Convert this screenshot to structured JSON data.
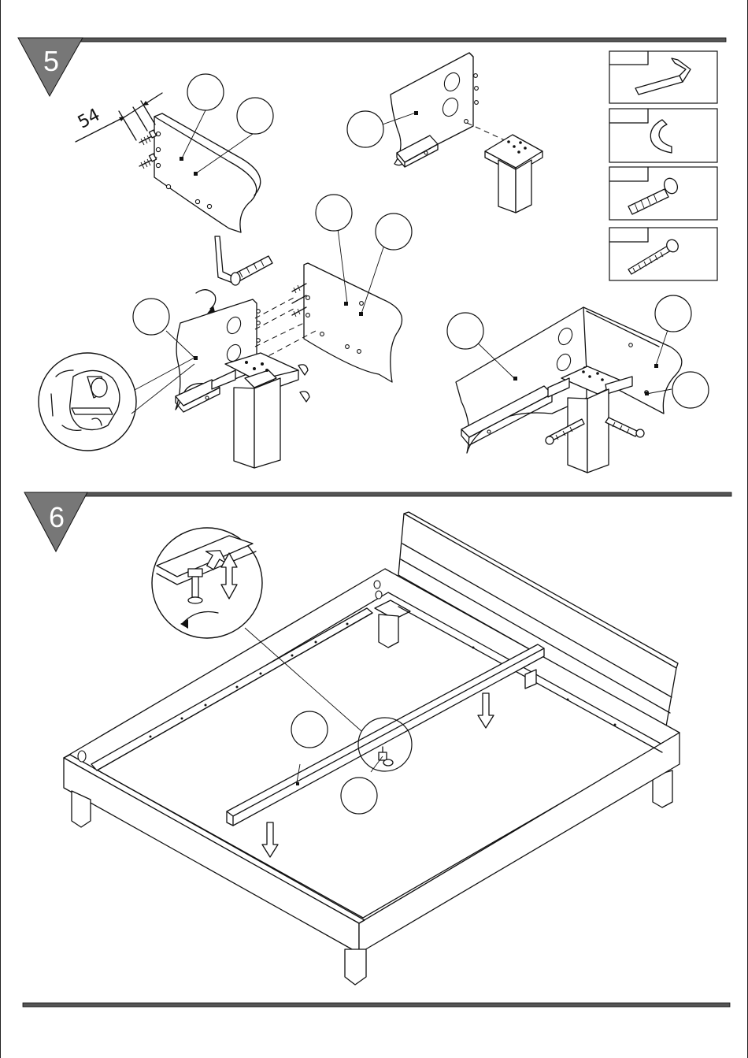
{
  "steps": [
    {
      "number": "5"
    },
    {
      "number": "6"
    }
  ],
  "dimension": {
    "value": "54"
  },
  "hardware_parts": [
    {
      "icon": "allen-key-icon"
    },
    {
      "icon": "bracket-clip-icon"
    },
    {
      "icon": "cam-bolt-icon"
    },
    {
      "icon": "long-bolt-icon"
    }
  ],
  "callout_count": 11
}
